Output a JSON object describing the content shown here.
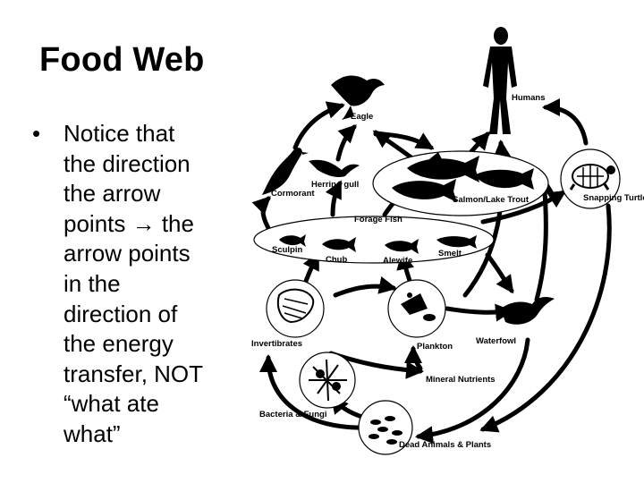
{
  "slide": {
    "title": "Food Web",
    "bullet_symbol": "•",
    "bullet_lines": [
      "Notice that",
      "the direction",
      "the arrow",
      "points → the",
      "arrow points",
      "in the",
      "direction of",
      "the energy",
      "transfer, NOT",
      "“what ate",
      "what”"
    ]
  },
  "diagram": {
    "labels": {
      "humans": "Humans",
      "eagle": "Eagle",
      "herring_gull": "Herring gull",
      "cormorant": "Cormorant",
      "salmon_trout": "Salmon/Lake Trout",
      "snapping_turtle": "Snapping Turtle",
      "forage_fish": "Forage Fish",
      "sculpin": "Sculpin",
      "chub": "Chub",
      "alewife": "Alewife",
      "smelt": "Smelt",
      "invertibrates": "Invertibrates",
      "plankton": "Plankton",
      "waterfowl": "Waterfowl",
      "mineral_nutrients": "Mineral Nutrients",
      "bacteria_fungi": "Bacteria & Fungi",
      "dead_animals": "Dead Animals & Plants"
    }
  }
}
